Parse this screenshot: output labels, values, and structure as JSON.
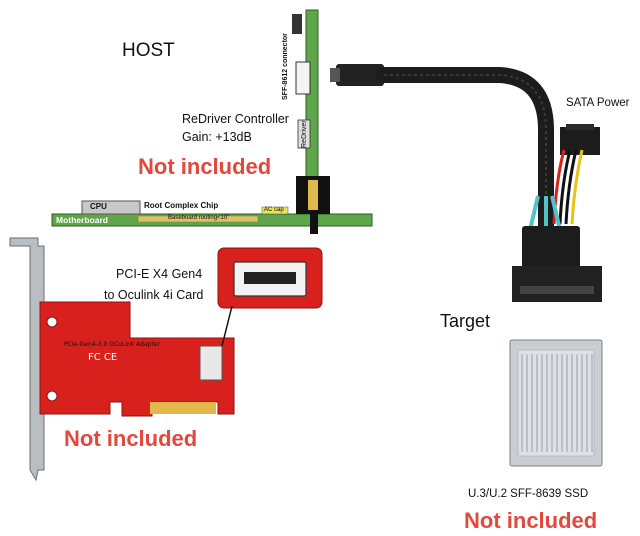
{
  "labels": {
    "host": "HOST",
    "redriver_controller": "ReDriver Controller",
    "gain": "Gain: +13dB",
    "not_included_top": "Not included",
    "sff8612_connector": "SFF-8612 connector",
    "redriver_chip": "ReDriver",
    "cpu": "CPU",
    "root_complex_chip": "Root Complex Chip",
    "ac_cap": "AC cap",
    "motherboard": "Motherboard",
    "baseboard_routing": "Baseboard routing<10\"",
    "sata_power": "SATA Power",
    "pcie_card_line1": "PCI-E X4 Gen4",
    "pcie_card_line2": "to Oculink 4i Card",
    "not_included_left": "Not included",
    "target": "Target",
    "ssd_label": "U.3/U.2 SFF-8639 SSD",
    "not_included_right": "Not included"
  },
  "colors": {
    "pcb_green": "#5fa64a",
    "card_red": "#d8211c",
    "note_red": "#e2483d",
    "cable_black": "#1c1c1c",
    "ssd_silver": "#c9ced3"
  }
}
